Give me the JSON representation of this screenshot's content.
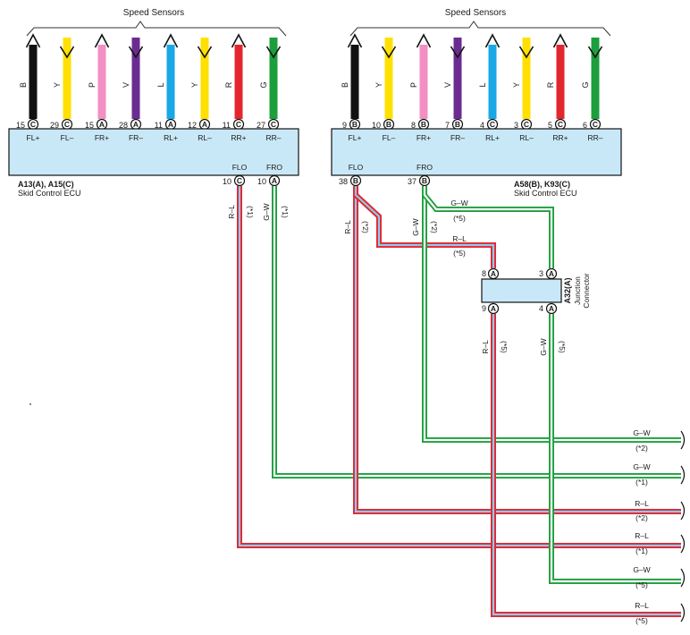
{
  "ecu_left": {
    "title": "Speed Sensors",
    "pin_numbers": [
      "15",
      "29",
      "15",
      "28",
      "11",
      "12",
      "11",
      "27"
    ],
    "pin_connectors": [
      "C",
      "C",
      "A",
      "A",
      "A",
      "A",
      "C",
      "C"
    ],
    "terminals": [
      "FL+",
      "FL–",
      "FR+",
      "FR–",
      "RL+",
      "RL–",
      "RR+",
      "RR–"
    ],
    "wire_codes": [
      "B",
      "Y",
      "P",
      "V",
      "L",
      "Y",
      "R",
      "G"
    ],
    "wire_colors": [
      "#111111",
      "#ffe000",
      "#f28fc4",
      "#6a2c91",
      "#19a8e6",
      "#ffe000",
      "#e3262e",
      "#1c9e3c"
    ],
    "outputs": [
      {
        "terminal": "FLO",
        "pin": "10",
        "connector": "C",
        "wire": "R–L",
        "note": "(*1)"
      },
      {
        "terminal": "FRO",
        "pin": "10",
        "connector": "A",
        "wire": "G–W",
        "note": "(*1)"
      }
    ],
    "part_code": "A13(A), A15(C)",
    "part_name": "Skid Control ECU"
  },
  "ecu_right": {
    "title": "Speed Sensors",
    "pin_numbers": [
      "9",
      "10",
      "8",
      "7",
      "4",
      "3",
      "5",
      "6"
    ],
    "pin_connectors": [
      "B",
      "B",
      "B",
      "B",
      "C",
      "C",
      "C",
      "C"
    ],
    "terminals": [
      "FL+",
      "FL–",
      "FR+",
      "FR–",
      "RL+",
      "RL–",
      "RR+",
      "RR–"
    ],
    "wire_codes": [
      "B",
      "Y",
      "P",
      "V",
      "L",
      "Y",
      "R",
      "G"
    ],
    "wire_colors": [
      "#111111",
      "#ffe000",
      "#f28fc4",
      "#6a2c91",
      "#19a8e6",
      "#ffe000",
      "#e3262e",
      "#1c9e3c"
    ],
    "outputs": [
      {
        "terminal": "FLO",
        "pin": "38",
        "connector": "B",
        "wire": "R–L",
        "note": "(*2)"
      },
      {
        "terminal": "FRO",
        "pin": "37",
        "connector": "B",
        "wire": "G–W",
        "note": "(*2)"
      }
    ],
    "part_code": "A58(B), K93(C)",
    "part_name": "Skid Control ECU"
  },
  "junction": {
    "code": "A32(A)",
    "name_line1": "Junction",
    "name_line2": "Connector",
    "pins_top": [
      "8",
      "3"
    ],
    "pins_bottom": [
      "9",
      "4"
    ],
    "connector": "A",
    "branch_rl_label": "R–L",
    "branch_rl_note": "(*5)",
    "branch_gw_label": "G–W",
    "branch_gw_note": "(*5)",
    "out_rl_label": "R–L",
    "out_rl_note": "(*5)",
    "out_gw_label": "G–W",
    "out_gw_note": "(*5)"
  },
  "outputs": [
    {
      "wire": "G–W",
      "note": "(*2)"
    },
    {
      "wire": "G–W",
      "note": "(*1)"
    },
    {
      "wire": "R–L",
      "note": "(*2)"
    },
    {
      "wire": "R–L",
      "note": "(*1)"
    },
    {
      "wire": "G–W",
      "note": "(*5)"
    },
    {
      "wire": "R–L",
      "note": "(*5)"
    }
  ],
  "colors": {
    "ecu_fill": "#c9e8f7",
    "rl_outer": "#e3262e",
    "rl_inner": "#8fc9ee",
    "gw_outer": "#1c9e3c",
    "gw_inner": "#ffffff"
  }
}
